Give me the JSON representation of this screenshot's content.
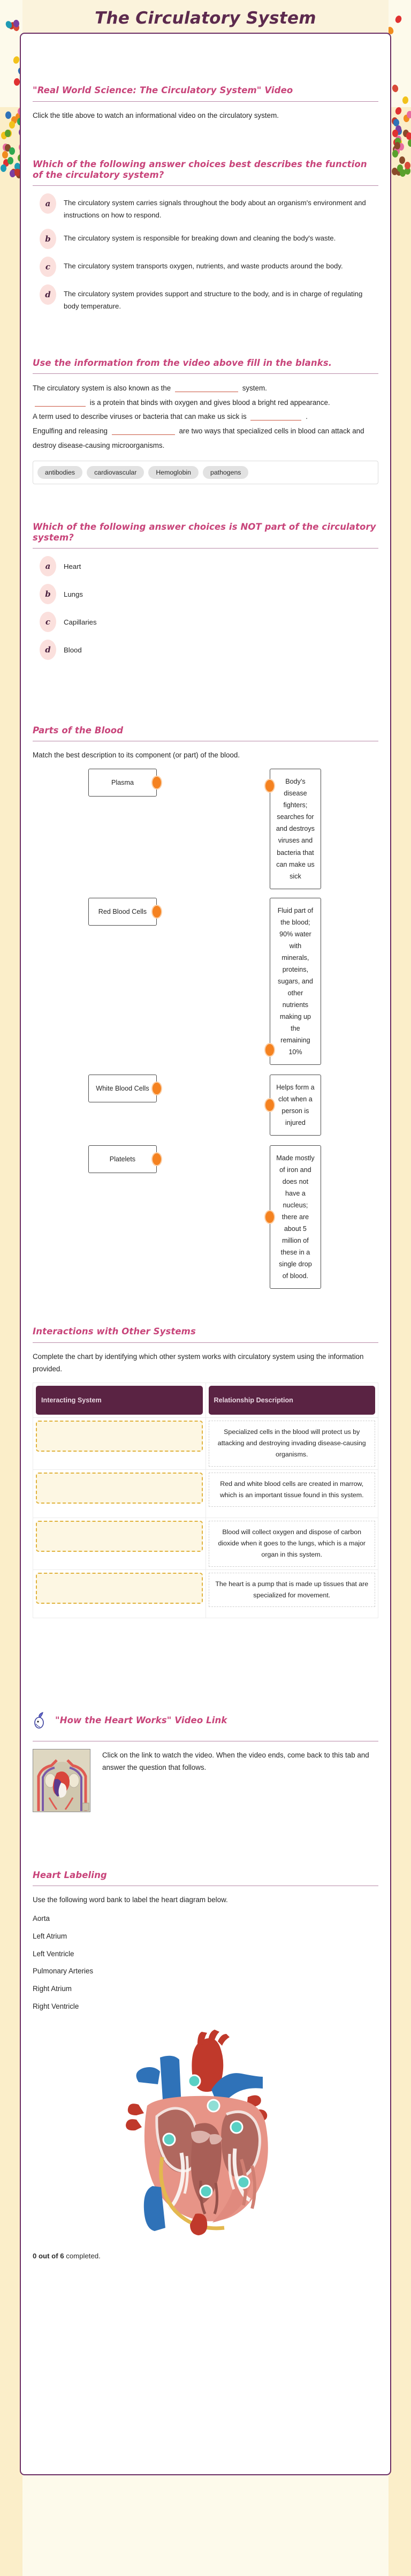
{
  "page": {
    "title": "The Circulatory System"
  },
  "video_section": {
    "heading": "\"Real World Science: The Circulatory System\" Video",
    "instruction": "Click the title above to watch an informational video on the circulatory system."
  },
  "question_function": {
    "heading": "Which of the following answer choices best describes the function of the circulatory system?",
    "choices": [
      {
        "letter": "a",
        "text": "The circulatory system carries signals throughout the body about an organism's environment and instructions on how to respond."
      },
      {
        "letter": "b",
        "text": "The circulatory system is responsible for breaking down and cleaning the body's waste."
      },
      {
        "letter": "c",
        "text": "The circulatory system transports oxygen, nutrients, and waste products around the body."
      },
      {
        "letter": "d",
        "text": "The circulatory system provides support and structure to the body, and is in charge of regulating body temperature."
      }
    ]
  },
  "fill_blanks": {
    "heading": "Use the information from the video above fill in the blanks.",
    "line1_before": "The circulatory system is also known as the",
    "line1_after": "system.",
    "line2_after": "is a protein that binds with oxygen and gives blood a bright red appearance.",
    "line3_before": "A term used to describe viruses or bacteria that can make us sick is",
    "line3_after": ".",
    "line4_before": "Engulfing and releasing",
    "line4_after": "are two ways that specialized cells in blood can attack and destroy disease-causing microorganisms.",
    "word_bank": [
      "antibodies",
      "cardiovascular",
      "Hemoglobin",
      "pathogens"
    ]
  },
  "question_not_part": {
    "heading": "Which of the following answer choices is NOT part of the circulatory system?",
    "choices": [
      {
        "letter": "a",
        "text": "Heart"
      },
      {
        "letter": "b",
        "text": "Lungs"
      },
      {
        "letter": "c",
        "text": "Capillaries"
      },
      {
        "letter": "d",
        "text": "Blood"
      }
    ]
  },
  "parts_of_blood": {
    "heading": "Parts of the Blood",
    "instruction": "Match the best description to its component (or part) of the blood.",
    "terms": [
      "Plasma",
      "Red Blood Cells",
      "White Blood Cells",
      "Platelets"
    ],
    "descriptions": [
      "Body's disease fighters; searches for and destroys viruses and bacteria that can make us sick",
      "Fluid part of the blood; 90% water with minerals, proteins, sugars, and other nutrients making up the remaining 10%",
      "Helps form a clot when a person is injured",
      "Made mostly of iron and does not have a nucleus; there are about 5 million of these in a single drop of blood."
    ]
  },
  "interactions": {
    "heading": "Interactions with Other Systems",
    "instruction": "Complete the chart by identifying which other system works with circulatory system using the information provided.",
    "columns": [
      "Interacting System",
      "Relationship Description"
    ],
    "rows": [
      {
        "system": "",
        "description": "Specialized cells in the blood will protect us by attacking and destroying invading disease-causing organisms."
      },
      {
        "system": "",
        "description": "Red and white blood cells are created in marrow, which is an important tissue found in this system."
      },
      {
        "system": "",
        "description": "Blood will collect oxygen and dispose of carbon dioxide when it goes to the lungs, which is a major organ in this system."
      },
      {
        "system": "",
        "description": "The heart is a pump that is made up tissues that are specialized for movement."
      }
    ]
  },
  "heart_video": {
    "heading": "\"How the Heart Works\" Video Link",
    "icon": "bird-icon",
    "instruction": "Click on the link to watch the video. When the video ends, come back to this tab and answer the question that follows."
  },
  "heart_labeling": {
    "heading": "Heart Labeling",
    "instruction": "Use the following word bank to label the heart diagram below.",
    "word_bank": [
      "Aorta",
      "Left Atrium",
      "Left Ventricle",
      "Pulmonary Arteries",
      "Right Atrium",
      "Right Ventricle"
    ]
  },
  "footer": {
    "completed_count": "0 out of 6",
    "completed_suffix": " completed."
  },
  "colors": {
    "accent_pink": "#c8447a",
    "frame_purple": "#6b2d63",
    "title_purple": "#5c2a4e",
    "knob_orange": "#f58220",
    "blank_red": "#c9543e",
    "table_header": "#5a2343"
  }
}
